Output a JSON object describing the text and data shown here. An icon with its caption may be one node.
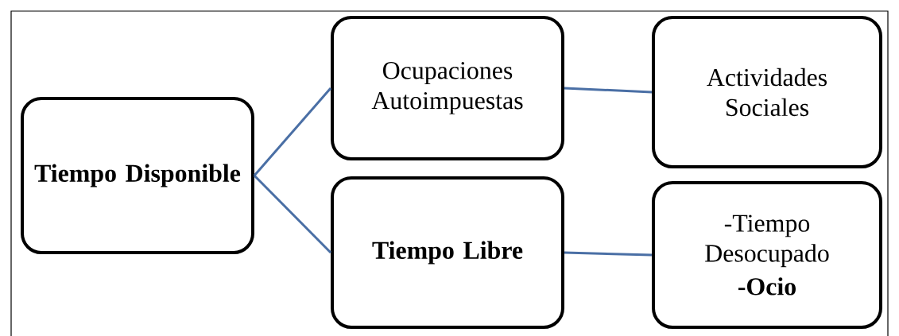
{
  "diagram": {
    "nodes": [
      {
        "text": [
          "Tiempo Disponible"
        ]
      },
      {
        "text": [
          "Ocupaciones Autoimpuestas"
        ]
      },
      {
        "text": [
          "Actividades Sociales"
        ]
      },
      {
        "text": [
          "Tiempo Libre"
        ]
      },
      {
        "text": [
          "-Tiempo Desocupado",
          "-Ocio"
        ]
      }
    ],
    "edges": [
      {
        "from": 0,
        "to": 1,
        "arrow": "none"
      },
      {
        "from": 0,
        "to": 3,
        "arrow": "none"
      },
      {
        "from": 1,
        "to": 2,
        "arrow": "none"
      },
      {
        "from": 3,
        "to": 4,
        "arrow": "none"
      }
    ]
  }
}
